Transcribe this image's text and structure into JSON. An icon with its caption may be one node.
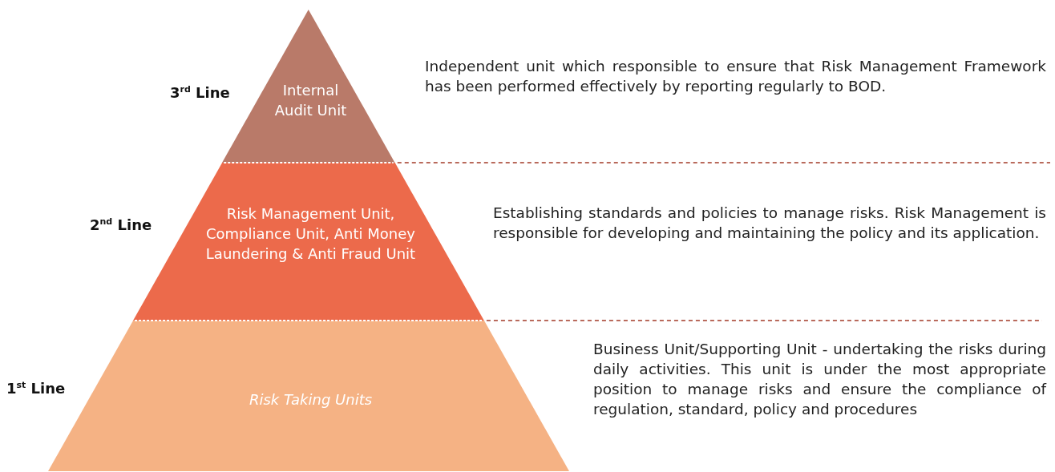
{
  "diagram": {
    "nodes": [
      {
        "text": [
          "Internal Audit Unit"
        ],
        "beside": [
          "3$^{rd}$ Line",
          "Independent unit which responsible to ensure that Risk Management Framework has been performed effectively by reporting regularly to BOD."
        ]
      },
      {
        "text": [
          "Risk Management Unit, Compliance Unit, Anti Money Laundering & Anti Fraud Unit"
        ],
        "beside": [
          "2$^{nd}$ Line",
          "Establishing standards and policies to manage risks.  Risk Management is responsible for developing and maintaining the policy and its application."
        ]
      },
      {
        "text": [
          "Risk Taking Units"
        ],
        "beside": [
          "1$^{st}$ Line",
          "Business Unit/Supporting Unit - undertaking the risks during daily activities. This unit is under the most appropriate position to manage risks and ensure the compliance of regulation, standard, policy and procedures"
        ]
      }
    ]
  }
}
